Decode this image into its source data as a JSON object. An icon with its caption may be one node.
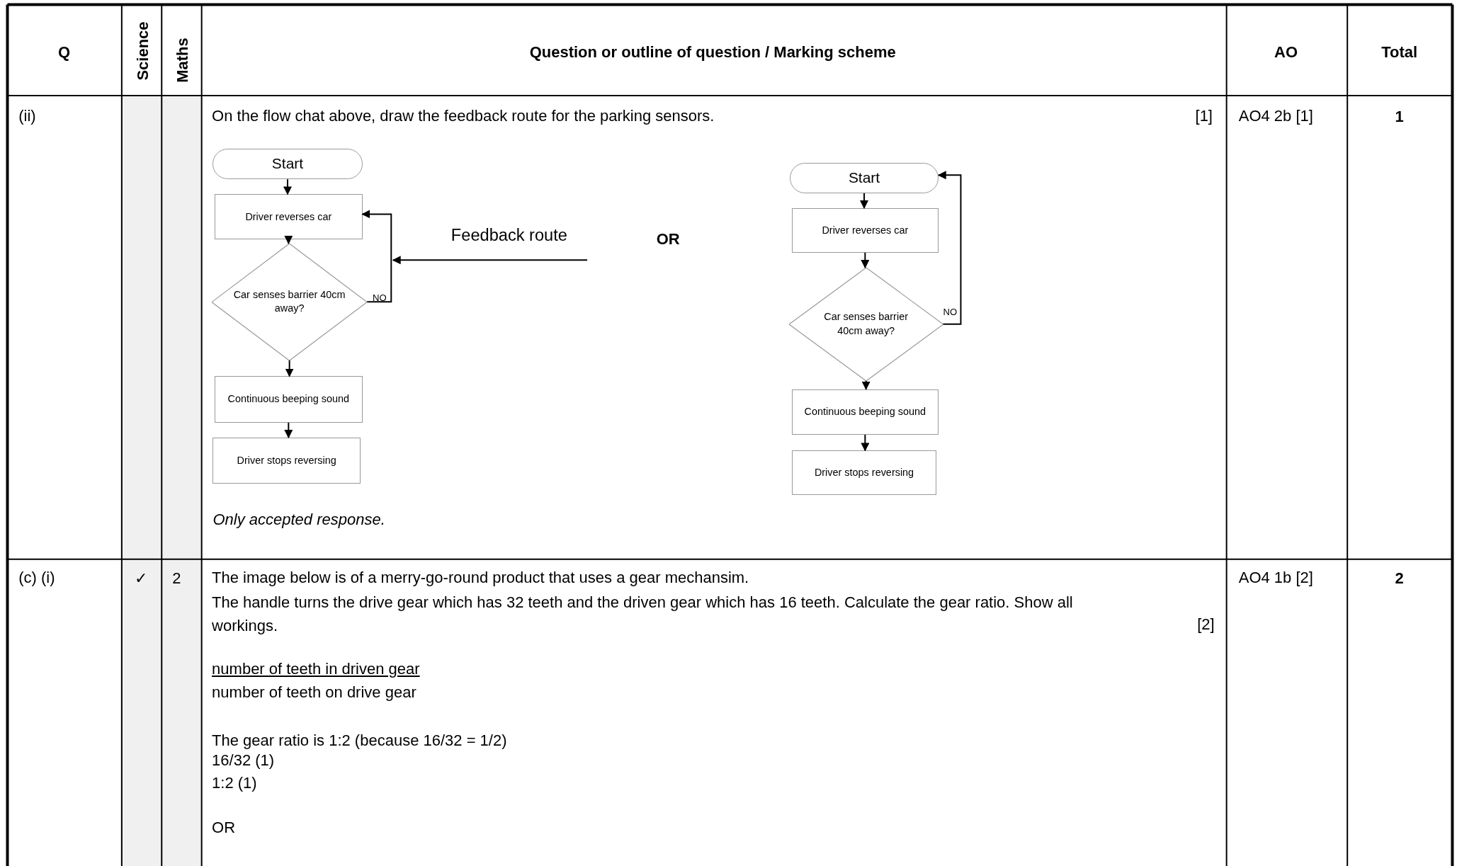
{
  "diagram": {
    "nodes": [
      {
        "text": [
          "Start"
        ]
      },
      {
        "text": [
          "Driver reverses car"
        ]
      },
      {
        "text": [
          "Car senses barrier 40cm away?"
        ]
      },
      {
        "text": [
          "Continuous beeping sound"
        ]
      },
      {
        "text": [
          "Driver stops reversing"
        ]
      },
      {
        "text": [
          "Feedback route"
        ]
      },
      {
        "text": [
          "Start"
        ]
      },
      {
        "text": [
          "Driver reverses car"
        ]
      },
      {
        "text": [
          "Car senses barrier 40cm away?"
        ]
      },
      {
        "text": [
          "Continuous beeping sound"
        ]
      },
      {
        "text": [
          "Driver stops reversing"
        ]
      }
    ],
    "edges": [
      {
        "from": 0,
        "to": 1,
        "arrow": "to"
      },
      {
        "from": 1,
        "to": 2,
        "arrow": "to"
      },
      {
        "from": 2,
        "to": 3,
        "arrow": "to"
      },
      {
        "from": 3,
        "to": 4,
        "arrow": "to"
      },
      {
        "from": 2,
        "to": 1,
        "arrow": "to",
        "label": "NO"
      },
      {
        "from": 5,
        "to": null,
        "arrow": "to"
      },
      {
        "from": 6,
        "to": 7,
        "arrow": "to"
      },
      {
        "from": 7,
        "to": 8,
        "arrow": "to"
      },
      {
        "from": 8,
        "to": 9,
        "arrow": "to"
      },
      {
        "from": 9,
        "to": 10,
        "arrow": "to"
      },
      {
        "from": 8,
        "to": 6,
        "arrow": "to",
        "label": "NO"
      }
    ],
    "labels": [
      "Q",
      "Science",
      "Maths",
      "Question or outline of question / Marking scheme",
      "AO",
      "Total",
      "(ii)",
      "On the flow chat above, draw the feedback route for the parking sensors.",
      "[1]",
      "AO4 2b [1]",
      "1",
      "OR",
      "Only accepted response.",
      "(c) (i)",
      "✓",
      "2",
      "The image below is of a merry-go-round product that uses a gear mechansim.",
      "The handle turns the drive gear which has 32 teeth and the driven gear which has 16 teeth. Calculate the gear ratio. Show all workings.",
      "[2]",
      "AO4 1b [2]",
      "2",
      "number of teeth in driven gear",
      "number of teeth on drive gear",
      "The gear ratio is 1:2 (because 16/32 = 1/2)",
      "16/32 (1)",
      "1:2 (1)",
      "OR"
    ]
  }
}
